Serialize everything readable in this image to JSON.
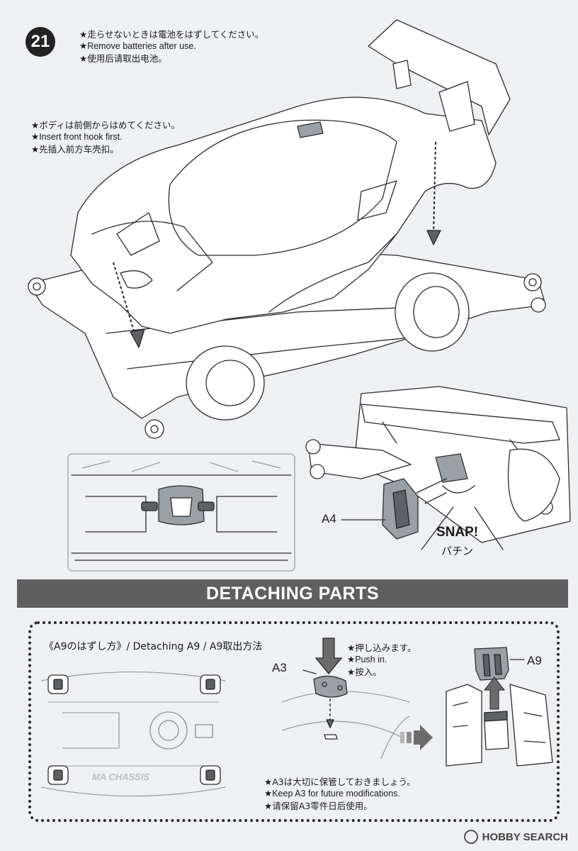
{
  "step": {
    "number": "21"
  },
  "battery_note": {
    "ja": "★走らせないときは電池をはずしてください。",
    "en": "★Remove batteries after use.",
    "zh": "★使用后请取出电池。"
  },
  "hook_note": {
    "ja": "★ボディは前側からはめてください。",
    "en": "★Insert front hook first.",
    "zh": "★先插入前方车壳扣。"
  },
  "parts": {
    "a4": "A4",
    "a3": "A3",
    "a9": "A9"
  },
  "snap": {
    "en": "SNAP!",
    "ja": "パチン"
  },
  "section": {
    "title": "DETACHING PARTS"
  },
  "detach": {
    "heading": "《A9のはずし方》/ Detaching A9 / A9取出方法",
    "push_ja": "★押し込みます。",
    "push_en": "★Push in.",
    "push_zh": "★按入。",
    "keep_ja": "★A3は大切に保管しておきましょう。",
    "keep_en": "★Keep A3 for future modifications.",
    "keep_zh": "★请保留A3零件日后使用。",
    "chassis_text": "MA CHASSIS"
  },
  "watermark": {
    "text": "HOBBY SEARCH"
  },
  "colors": {
    "background": "#eef0f3",
    "section_bar": "#5f5f5f",
    "part_gray": "#9aa0a6",
    "arrow_gray": "#6b6b6b"
  }
}
